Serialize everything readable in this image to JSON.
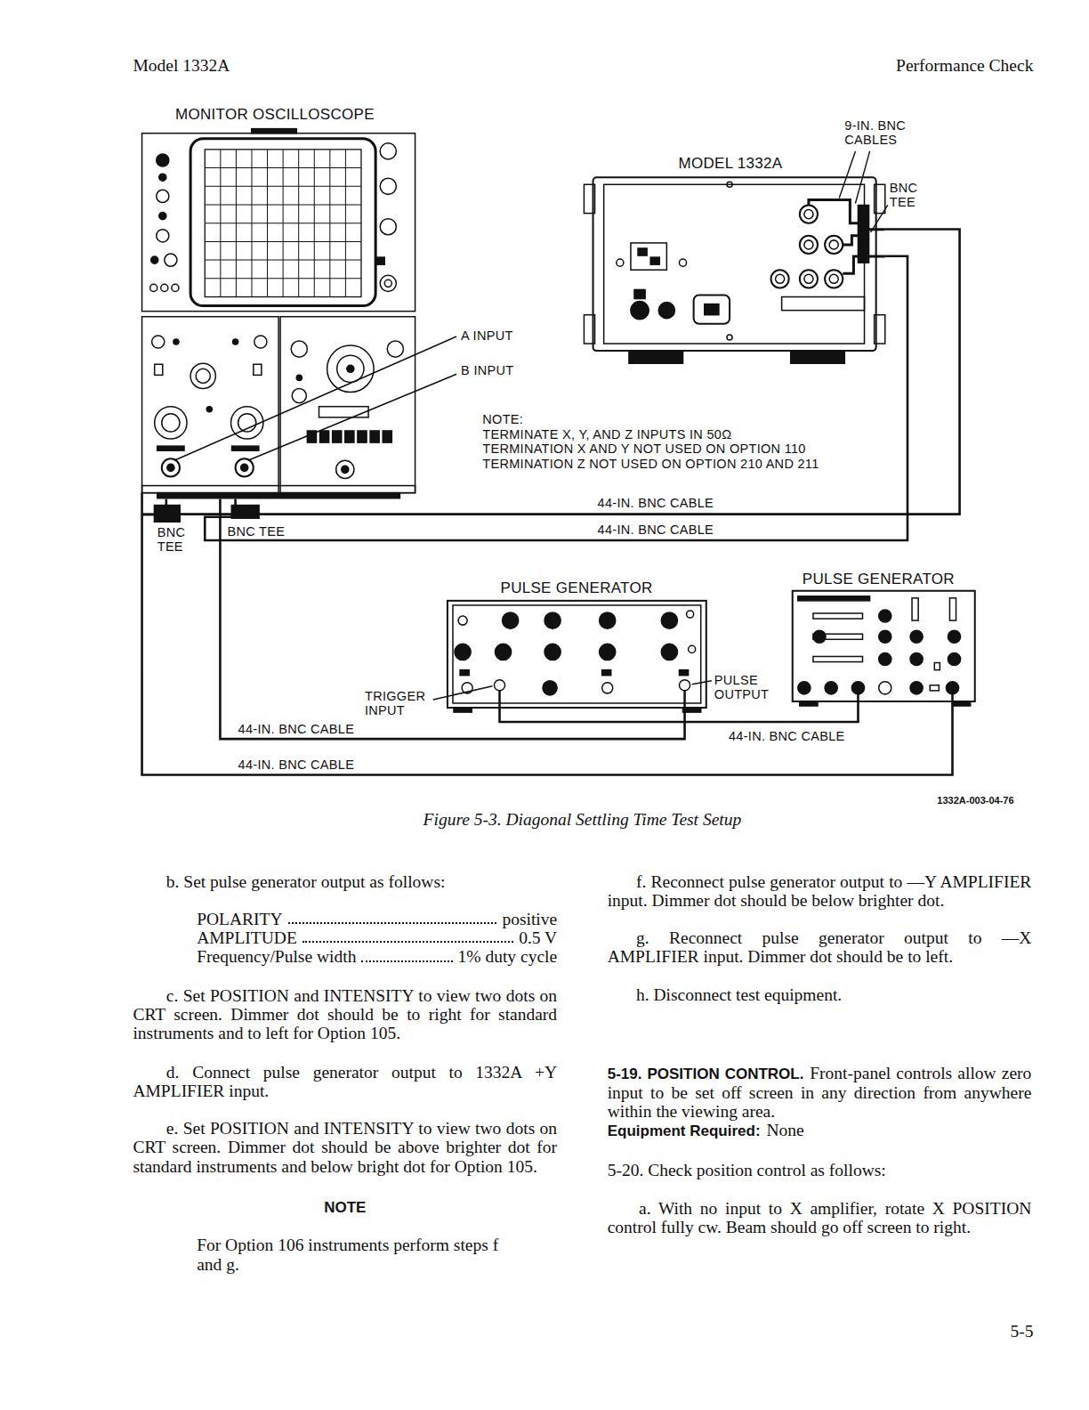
{
  "diagram": {
    "caption": "Figure 5-3. Diagonal Settling Time Test Setup",
    "nodes": [
      {
        "text": [
          "MONITOR OSCILLOSCOPE"
        ]
      },
      {
        "text": [
          "MODEL 1332A"
        ]
      },
      {
        "text": [
          "PULSE GENERATOR"
        ]
      },
      {
        "text": [
          "PULSE GENERATOR"
        ]
      }
    ],
    "edges": [
      {
        "from": 1,
        "to": 0,
        "arrow": "none",
        "label": "44-IN. BNC CABLE"
      },
      {
        "from": 1,
        "to": 0,
        "arrow": "none",
        "label": "44-IN. BNC CABLE"
      },
      {
        "from": 0,
        "to": 2,
        "arrow": "none",
        "label": "44-IN. BNC CABLE"
      },
      {
        "from": 0,
        "to": 3,
        "arrow": "none",
        "label": "44-IN. BNC CABLE"
      },
      {
        "from": 2,
        "to": 3,
        "arrow": "none",
        "label": "44-IN. BNC CABLE"
      }
    ],
    "labels": [
      "Model 1332A",
      "Performance Check",
      "9-IN. BNC CABLES",
      "BNC TEE",
      "A INPUT",
      "B INPUT",
      "NOTE:",
      "TERMINATE X, Y, AND Z INPUTS IN 50Ω",
      "TERMINATION X AND Y NOT USED ON OPTION 110",
      "TERMINATION Z NOT USED ON OPTION 210 AND 211",
      "BNC TEE",
      "BNC TEE",
      "TRIGGER INPUT",
      "PULSE OUTPUT",
      "1332A-003-04-76",
      "b. Set pulse generator output as follows:",
      "POLARITY",
      "positive",
      "AMPLITUDE",
      "0.5 V",
      "Frequency/Pulse width",
      "1% duty cycle",
      "c. Set POSITION and INTENSITY to view two dots on CRT screen. Dimmer dot should be to right for standard instruments and to left for Option 105.",
      "d. Connect pulse generator output to 1332A +Y AMPLIFIER input.",
      "e. Set POSITION and INTENSITY to view two dots on CRT screen. Dimmer dot should be above brighter dot for standard instruments and below bright dot for Option 105.",
      "NOTE",
      "For Option 106 instruments perform steps f and g.",
      "f. Reconnect pulse generator output to —Y AMPLIFIER input. Dimmer dot should be below brighter dot.",
      "g. Reconnect pulse generator output to —X AMPLIFIER input. Dimmer dot should be to left.",
      "h. Disconnect test equipment.",
      "5-19. POSITION CONTROL.",
      "Front-panel controls allow zero input to be set off screen in any direction from anywhere within the viewing area.",
      "Equipment Required:",
      "None",
      "5-20. Check position control as follows:",
      "a. With no input to X amplifier, rotate X POSITION control fully cw. Beam should go off screen to right.",
      "5-5"
    ]
  }
}
